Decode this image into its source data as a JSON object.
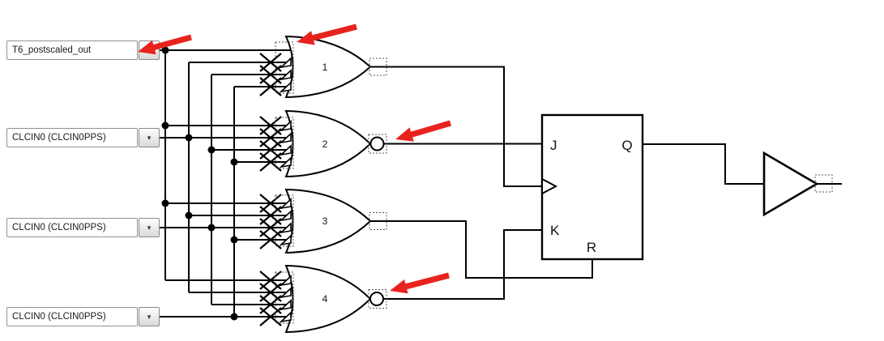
{
  "colors": {
    "wire": "#000000",
    "annotation_arrow": "#e8231e",
    "selection_outline": "#555555"
  },
  "inputs": [
    {
      "name": "data-input-1",
      "value": "T6_postscaled_out",
      "dropdown_glyph": "▾"
    },
    {
      "name": "data-input-2",
      "value": "CLCIN0 (CLCIN0PPS)",
      "dropdown_glyph": "▾"
    },
    {
      "name": "data-input-3",
      "value": "CLCIN0 (CLCIN0PPS)",
      "dropdown_glyph": "▾"
    },
    {
      "name": "data-input-4",
      "value": "CLCIN0 (CLCIN0PPS)",
      "dropdown_glyph": "▾"
    }
  ],
  "gates": [
    {
      "number": "1",
      "type": "OR",
      "inverted_output": false
    },
    {
      "number": "2",
      "type": "NOR",
      "inverted_output": true
    },
    {
      "number": "3",
      "type": "OR",
      "inverted_output": false
    },
    {
      "number": "4",
      "type": "NOR",
      "inverted_output": true
    }
  ],
  "flipflop": {
    "pins": {
      "j": "J",
      "q": "Q",
      "k": "K",
      "r": "R"
    }
  },
  "annotations": {
    "arrows": [
      {
        "target": "input-1-selector-button"
      },
      {
        "target": "gate-1-input-area"
      },
      {
        "target": "gate-2-output-bubble"
      },
      {
        "target": "gate-4-output-bubble"
      }
    ]
  }
}
